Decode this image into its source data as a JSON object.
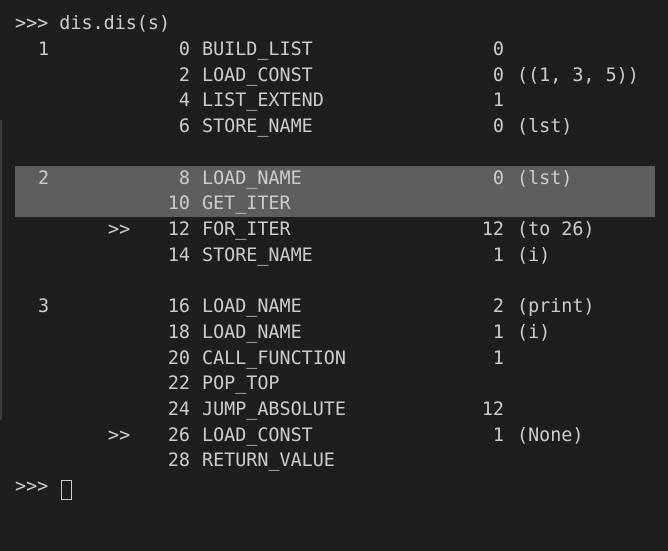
{
  "prompt": ">>>",
  "command": "dis.dis(s)",
  "rows": [
    {
      "lineno": "1",
      "marker": "",
      "offset": "0",
      "opname": "BUILD_LIST",
      "arg": "0",
      "argrepr": ""
    },
    {
      "lineno": "",
      "marker": "",
      "offset": "2",
      "opname": "LOAD_CONST",
      "arg": "0",
      "argrepr": "((1, 3, 5))"
    },
    {
      "lineno": "",
      "marker": "",
      "offset": "4",
      "opname": "LIST_EXTEND",
      "arg": "1",
      "argrepr": ""
    },
    {
      "lineno": "",
      "marker": "",
      "offset": "6",
      "opname": "STORE_NAME",
      "arg": "0",
      "argrepr": "(lst)"
    },
    {
      "lineno": "2",
      "marker": "",
      "offset": "8",
      "opname": "LOAD_NAME",
      "arg": "0",
      "argrepr": "(lst)"
    },
    {
      "lineno": "",
      "marker": "",
      "offset": "10",
      "opname": "GET_ITER",
      "arg": "",
      "argrepr": ""
    },
    {
      "lineno": "",
      "marker": ">>",
      "offset": "12",
      "opname": "FOR_ITER",
      "arg": "12",
      "argrepr": "(to 26)"
    },
    {
      "lineno": "",
      "marker": "",
      "offset": "14",
      "opname": "STORE_NAME",
      "arg": "1",
      "argrepr": "(i)"
    },
    {
      "lineno": "3",
      "marker": "",
      "offset": "16",
      "opname": "LOAD_NAME",
      "arg": "2",
      "argrepr": "(print)"
    },
    {
      "lineno": "",
      "marker": "",
      "offset": "18",
      "opname": "LOAD_NAME",
      "arg": "1",
      "argrepr": "(i)"
    },
    {
      "lineno": "",
      "marker": "",
      "offset": "20",
      "opname": "CALL_FUNCTION",
      "arg": "1",
      "argrepr": ""
    },
    {
      "lineno": "",
      "marker": "",
      "offset": "22",
      "opname": "POP_TOP",
      "arg": "",
      "argrepr": ""
    },
    {
      "lineno": "",
      "marker": "",
      "offset": "24",
      "opname": "JUMP_ABSOLUTE",
      "arg": "12",
      "argrepr": ""
    },
    {
      "lineno": "",
      "marker": ">>",
      "offset": "26",
      "opname": "LOAD_CONST",
      "arg": "1",
      "argrepr": "(None)"
    },
    {
      "lineno": "",
      "marker": "",
      "offset": "28",
      "opname": "RETURN_VALUE",
      "arg": "",
      "argrepr": ""
    }
  ],
  "colors": {
    "background": "#1e1e1e",
    "text": "#cccccc",
    "selection": "#5e5e5e"
  }
}
